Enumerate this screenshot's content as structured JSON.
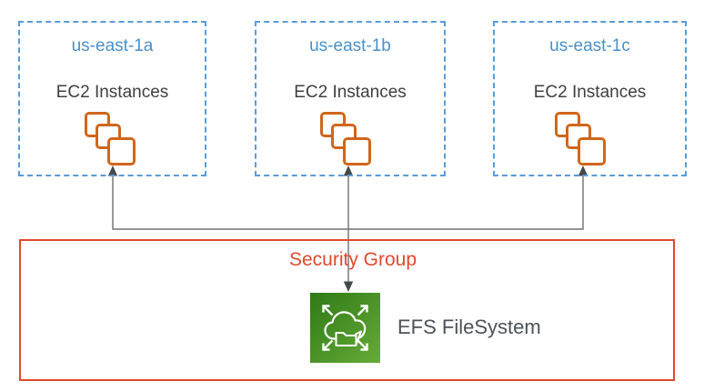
{
  "diagram": {
    "zones": [
      {
        "name": "us-east-1a",
        "service_label": "EC2 Instances"
      },
      {
        "name": "us-east-1b",
        "service_label": "EC2 Instances"
      },
      {
        "name": "us-east-1c",
        "service_label": "EC2 Instances"
      }
    ],
    "security_group_label": "Security Group",
    "efs_label": "EFS FileSystem",
    "icons": {
      "ec2": "ec2-instances-icon",
      "efs": "efs-filesystem-icon",
      "connector": "arrow-connector"
    },
    "colors": {
      "az_border_blue": "#5B9BD5",
      "az_label_blue": "#4A90C9",
      "ec2_label_gray": "#3F3F3F",
      "ec2_icon_orange": "#D0661B",
      "security_group_red": "#E0492D",
      "efs_green_dark": "#2E7A15",
      "efs_green_light": "#67AB39",
      "efs_label_gray": "#4B5359",
      "connector_gray": "#707070",
      "arrowhead_gray": "#44484C"
    }
  }
}
